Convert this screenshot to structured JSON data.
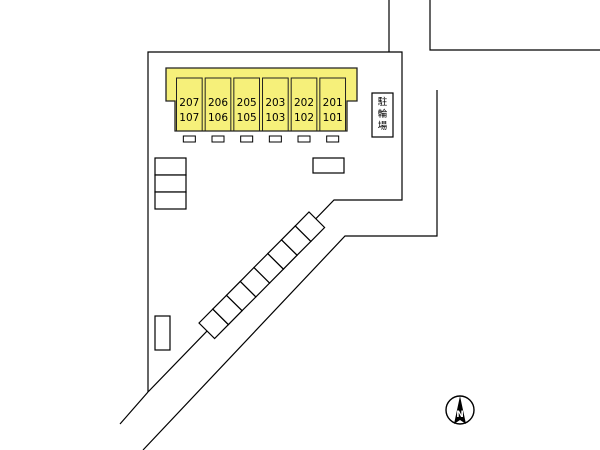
{
  "colors": {
    "building_fill": "#f6f07a",
    "building_stroke": "#222222",
    "line": "#000000",
    "background": "#ffffff"
  },
  "building": {
    "units": [
      {
        "upper": "207",
        "lower": "107"
      },
      {
        "upper": "206",
        "lower": "106"
      },
      {
        "upper": "205",
        "lower": "105"
      },
      {
        "upper": "203",
        "lower": "103"
      },
      {
        "upper": "202",
        "lower": "102"
      },
      {
        "upper": "201",
        "lower": "101"
      }
    ]
  },
  "bicycle_parking": {
    "label_chars": [
      "駐",
      "輪",
      "場"
    ]
  },
  "compass": {
    "icon": "north-arrow-icon",
    "letter": "N"
  }
}
